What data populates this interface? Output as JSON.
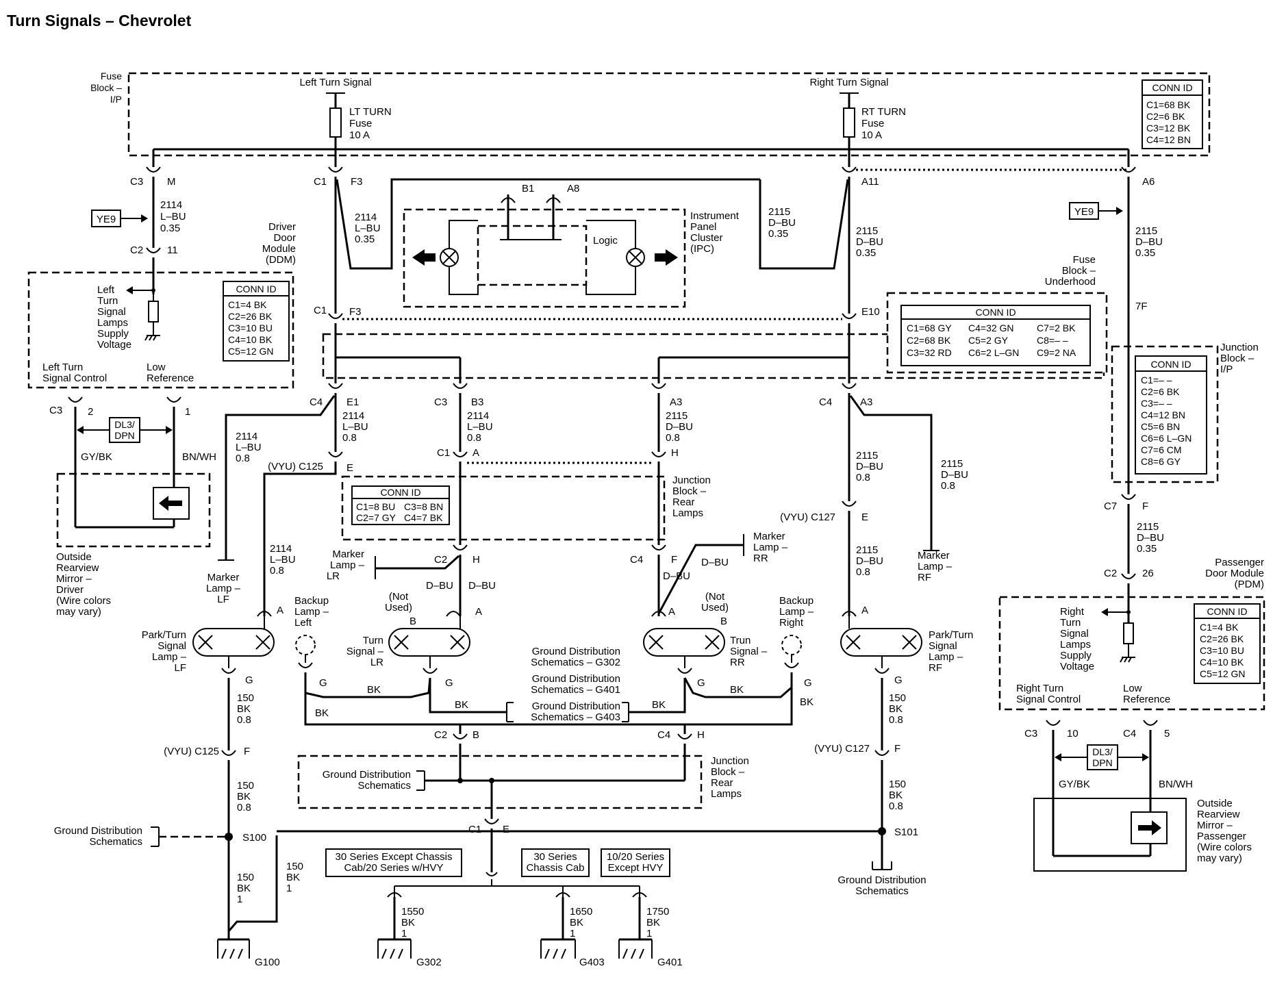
{
  "title": "Turn Signals – Chevrolet",
  "fuse_block_ip": [
    "Fuse",
    "Block –",
    "I/P"
  ],
  "left_turn_signal": "Left Turn Signal",
  "right_turn_signal": "Right Turn Signal",
  "lt_fuse": [
    "LT TURN",
    "Fuse",
    "10 A"
  ],
  "rt_fuse": [
    "RT TURN",
    "Fuse",
    "10 A"
  ],
  "conn_id": "CONN ID",
  "fuse_block_conn": [
    "C1=68 BK",
    "C2=6 BK",
    "C3=12 BK",
    "C4=12 BN"
  ],
  "ddm_conn": [
    "C1=4 BK",
    "C2=26 BK",
    "C3=10 BU",
    "C4=10 BK",
    "C5=12 GN"
  ],
  "underhood_conn": [
    "C1=68 GY",
    "C4=32 GN",
    "C7=2 BK",
    "C2=68 BK",
    "C5=2 GY",
    "C8=– –",
    "C3=32 RD",
    "C6=2 L–GN",
    "C9=2 NA"
  ],
  "jb_ip_conn": [
    "C1=– –",
    "C2=6 BK",
    "C3=– –",
    "C4=12 BN",
    "C5=6 BN",
    "C6=6 L–GN",
    "C7=6 CM",
    "C8=6 GY"
  ],
  "jb_rear_conn": [
    "C1=8 BU",
    "C3=8 BN",
    "C2=7 GY",
    "C4=7 BK"
  ],
  "pdm_conn": [
    "C1=4 BK",
    "C2=26 BK",
    "C3=10 BU",
    "C4=10 BK",
    "C5=12 GN"
  ],
  "ye9": "YE9",
  "dl3": [
    "DL3/",
    "DPN"
  ],
  "logic": "Logic",
  "ipc": [
    "Instrument",
    "Panel",
    "Cluster",
    "(IPC)"
  ],
  "ddm": [
    "Driver",
    "Door",
    "Module",
    "(DDM)"
  ],
  "pdm": [
    "Passenger",
    "Door Module",
    "(PDM)"
  ],
  "fuse_underhood": [
    "Fuse",
    "Block –",
    "Underhood"
  ],
  "jb_ip": [
    "Junction",
    "Block –",
    "I/P"
  ],
  "jb_rear": [
    "Junction",
    "Block –",
    "Rear",
    "Lamps"
  ],
  "left_supply": [
    "Left",
    "Turn",
    "Signal",
    "Lamps",
    "Supply",
    "Voltage"
  ],
  "right_supply": [
    "Right",
    "Turn",
    "Signal",
    "Lamps",
    "Supply",
    "Voltage"
  ],
  "left_signal_control": [
    "Left Turn",
    "Signal Control"
  ],
  "right_signal_control": [
    "Right Turn",
    "Signal Control"
  ],
  "low_reference": [
    "Low",
    "Reference"
  ],
  "mirror_driver": [
    "Outside",
    "Rearview",
    "Mirror –",
    "Driver",
    "(Wire colors",
    "may vary)"
  ],
  "mirror_passenger": [
    "Outside",
    "Rearview",
    "Mirror –",
    "Passenger",
    "(Wire colors",
    "may vary)"
  ],
  "wire_2114_035": [
    "2114",
    "L–BU",
    "0.35"
  ],
  "wire_2115_035": [
    "2115",
    "D–BU",
    "0.35"
  ],
  "wire_2114_08": [
    "2114",
    "L–BU",
    "0.8"
  ],
  "wire_2115_08": [
    "2115",
    "D–BU",
    "0.8"
  ],
  "wire_150_08": [
    "150",
    "BK",
    "0.8"
  ],
  "wire_150_1": [
    "150",
    "BK",
    "1"
  ],
  "wire_1550": [
    "1550",
    "BK",
    "1"
  ],
  "wire_1650": [
    "1650",
    "BK",
    "1"
  ],
  "wire_1750": [
    "1750",
    "BK",
    "1"
  ],
  "gy_bk": "GY/BK",
  "bn_wh": "BN/WH",
  "d_bu": "D–BU",
  "bk": "BK",
  "vyu_c125": "(VYU) C125",
  "vyu_c127": "(VYU) C127",
  "lamp_lf_park": [
    "Park/Turn",
    "Signal",
    "Lamp –",
    "LF"
  ],
  "lamp_rf_park": [
    "Park/Turn",
    "Signal",
    "Lamp –",
    "RF"
  ],
  "marker_lf": [
    "Marker",
    "Lamp –",
    "LF"
  ],
  "marker_rf": [
    "Marker",
    "Lamp –",
    "RF"
  ],
  "marker_lr": [
    "Marker",
    "Lamp –",
    "LR"
  ],
  "marker_rr": [
    "Marker",
    "Lamp –",
    "RR"
  ],
  "turn_lr": [
    "Turn",
    "Signal –",
    "LR"
  ],
  "turn_rr": [
    "Trun",
    "Signal –",
    "RR"
  ],
  "backup_left": [
    "Backup",
    "Lamp –",
    "Left"
  ],
  "backup_right": [
    "Backup",
    "Lamp –",
    "Right"
  ],
  "not_used": [
    "(Not",
    "Used)"
  ],
  "gd_g302": [
    "Ground Distribution",
    "Schematics – G302"
  ],
  "gd_g401": [
    "Ground Distribution",
    "Schematics – G401"
  ],
  "gd_g403": [
    "Ground Distribution",
    "Schematics – G403"
  ],
  "gd_schematics": [
    "Ground Distribution",
    "Schematics"
  ],
  "s100": "S100",
  "s101": "S101",
  "series_a": [
    "30 Series Except Chassis",
    "Cab/20 Series w/HVY"
  ],
  "series_b": [
    "30 Series",
    "Chassis Cab"
  ],
  "series_c": [
    "10/20 Series",
    "Except HVY"
  ],
  "grounds": [
    "G100",
    "G302",
    "G403",
    "G401"
  ]
}
